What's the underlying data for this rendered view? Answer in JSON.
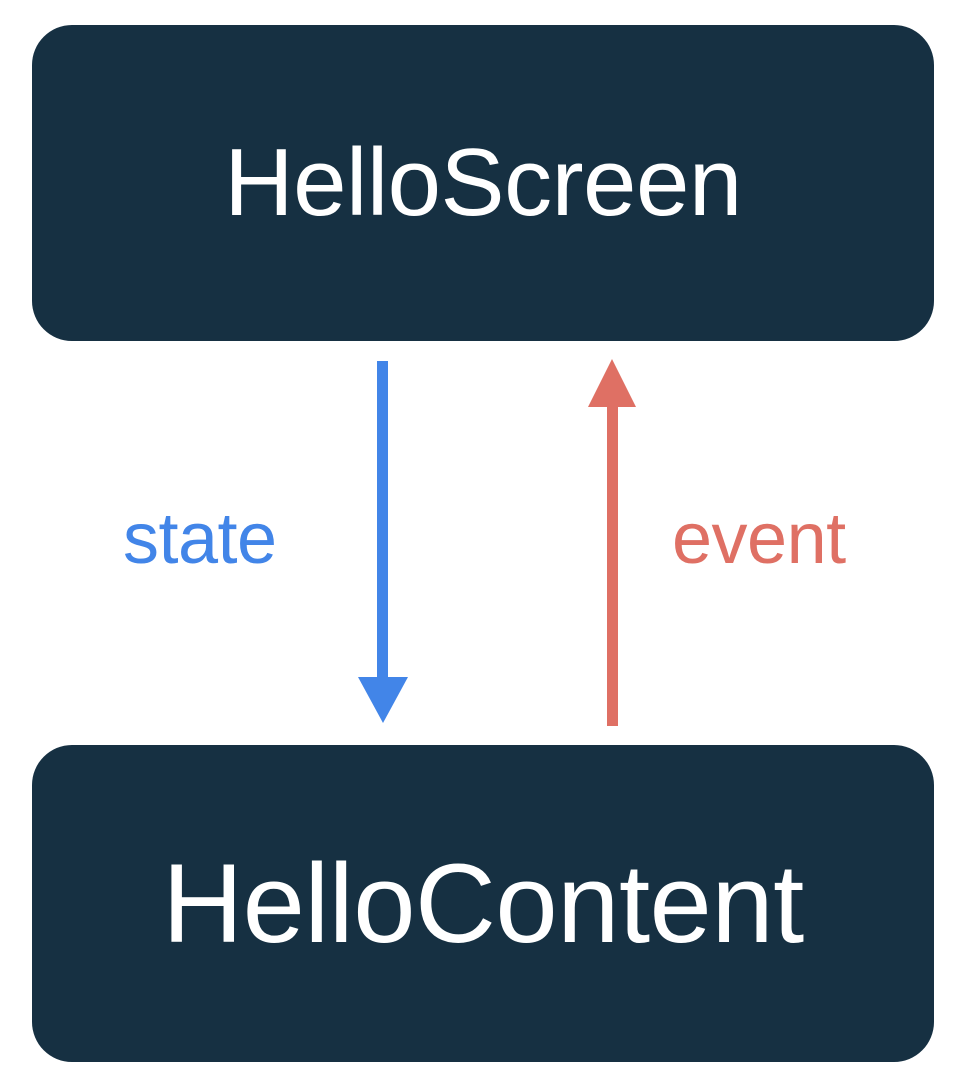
{
  "diagram": {
    "title": "HelloScreen / HelloContent state-event flow",
    "background_color": "#ffffff",
    "nodes": [
      {
        "id": "hello-screen",
        "label": "HelloScreen",
        "fill_color": "#163042",
        "text_color": "#ffffff",
        "shape": "rounded-rectangle"
      },
      {
        "id": "hello-content",
        "label": "HelloContent",
        "fill_color": "#163042",
        "text_color": "#ffffff",
        "shape": "rounded-rectangle"
      }
    ],
    "edges": [
      {
        "id": "state",
        "label": "state",
        "color": "#4285e8",
        "from": "hello-screen",
        "to": "hello-content",
        "direction": "down"
      },
      {
        "id": "event",
        "label": "event",
        "color": "#df7064",
        "from": "hello-content",
        "to": "hello-screen",
        "direction": "up"
      }
    ]
  }
}
